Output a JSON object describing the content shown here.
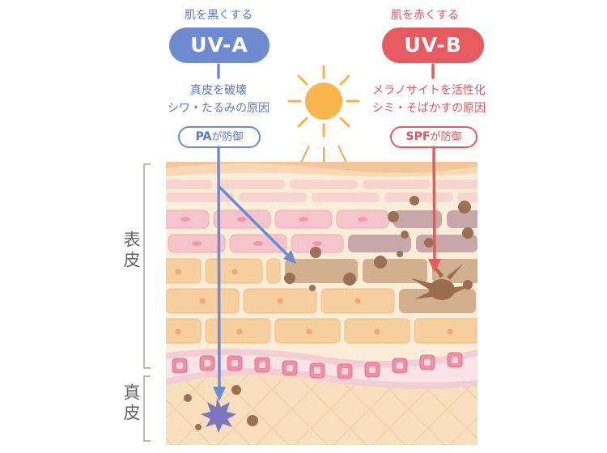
{
  "uva": {
    "top_caption": "肌を黒くする",
    "pill_label": "UV-A",
    "desc_line1": "真皮を破壊",
    "desc_line2": "シワ・たるみの原因",
    "tag_strong": "PA",
    "tag_rest": "が防御",
    "color": "#6e8bd2"
  },
  "uvb": {
    "top_caption": "肌を赤くする",
    "pill_label": "UV-B",
    "desc_line1": "メラノサイトを活性化",
    "desc_line2": "シミ・そばかすの原因",
    "tag_strong": "SPF",
    "tag_rest": "が防御",
    "color": "#e65a60"
  },
  "layers": {
    "epidermis": "表皮",
    "dermis": "真皮"
  },
  "icons": [
    "sun-icon",
    "damage-burst-icon",
    "melanocyte-icon"
  ]
}
